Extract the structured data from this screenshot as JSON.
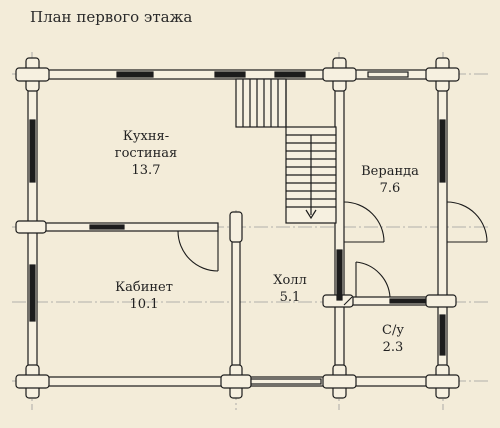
{
  "title": "План первого этажа",
  "rooms": [
    {
      "name_line1": "Кухня-",
      "name_line2": "гостиная",
      "area": "13.7"
    },
    {
      "name": "Веранда",
      "area": "7.6"
    },
    {
      "name": "Кабинет",
      "area": "10.1"
    },
    {
      "name": "Холл",
      "area": "5.1"
    },
    {
      "name": "С/у",
      "area": "2.3"
    }
  ],
  "colors": {
    "background": "#f3ecd9",
    "wall_fill": "#f6f0e0",
    "line": "#1c1c1c",
    "axis": "#9a9a9a"
  }
}
